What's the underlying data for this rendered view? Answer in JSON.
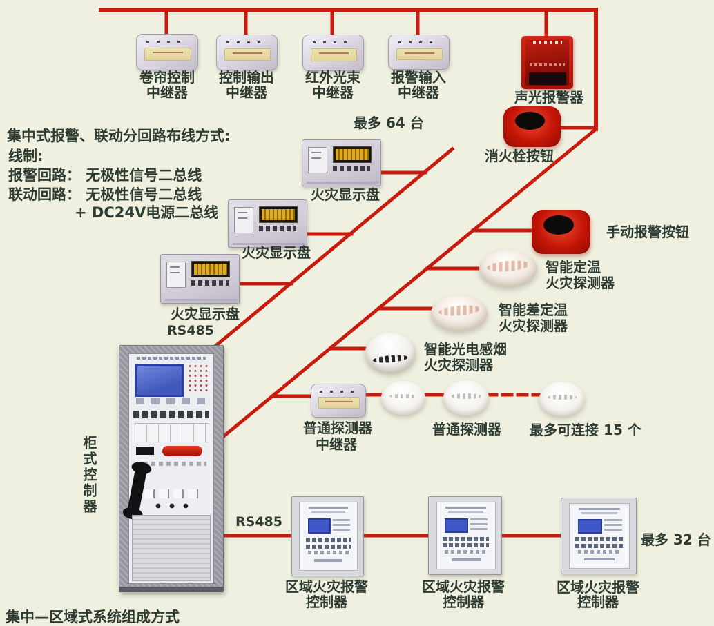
{
  "colors": {
    "background": "#eff0df",
    "wire_red": "#c81a0e",
    "text": "#2f3c34"
  },
  "notes": {
    "title": "集中式报警、联动分回路布线方式:",
    "line_wire": "线制:",
    "line_alarm": "报警回路： 无极性信号二总线",
    "line_linkage": "联动回路： 无极性信号二总线",
    "line_power": "+ DC24V电源二总线",
    "bottom_caption": "集中—区域式系统组成方式"
  },
  "top_modules": [
    {
      "line1": "卷帘控制",
      "line2": "中继器"
    },
    {
      "line1": "控制输出",
      "line2": "中继器"
    },
    {
      "line1": "红外光束",
      "line2": "中继器"
    },
    {
      "line1": "报警输入",
      "line2": "中继器"
    }
  ],
  "alarms": {
    "sound_light": "声光报警器",
    "hydrant": "消火栓按钮",
    "manual": "手动报警按钮"
  },
  "panels": {
    "note_max": "最多 64 台",
    "items": [
      "火灾显示盘",
      "火灾显示盘",
      "火灾显示盘"
    ],
    "rs485_top": "RS485"
  },
  "branch": {
    "fixed": {
      "l1": "智能定温",
      "l2": "火灾探测器"
    },
    "rate": {
      "l1": "智能差定温",
      "l2": "火灾探测器"
    },
    "smoke": {
      "l1": "智能光电感烟",
      "l2": "火灾探测器"
    }
  },
  "ordinary": {
    "repeater_l1": "普通探测器",
    "repeater_l2": "中继器",
    "row_label": "普通探测器",
    "max_note": "最多可连接 15 个"
  },
  "cabinet": {
    "label": "柜式控制器",
    "rs485": "RS485"
  },
  "regional": {
    "items": [
      {
        "l1": "区域火灾报警",
        "l2": "控制器"
      },
      {
        "l1": "区域火灾报警",
        "l2": "控制器"
      },
      {
        "l1": "区域火灾报警",
        "l2": "控制器"
      }
    ],
    "max_note": "最多 32 台"
  }
}
